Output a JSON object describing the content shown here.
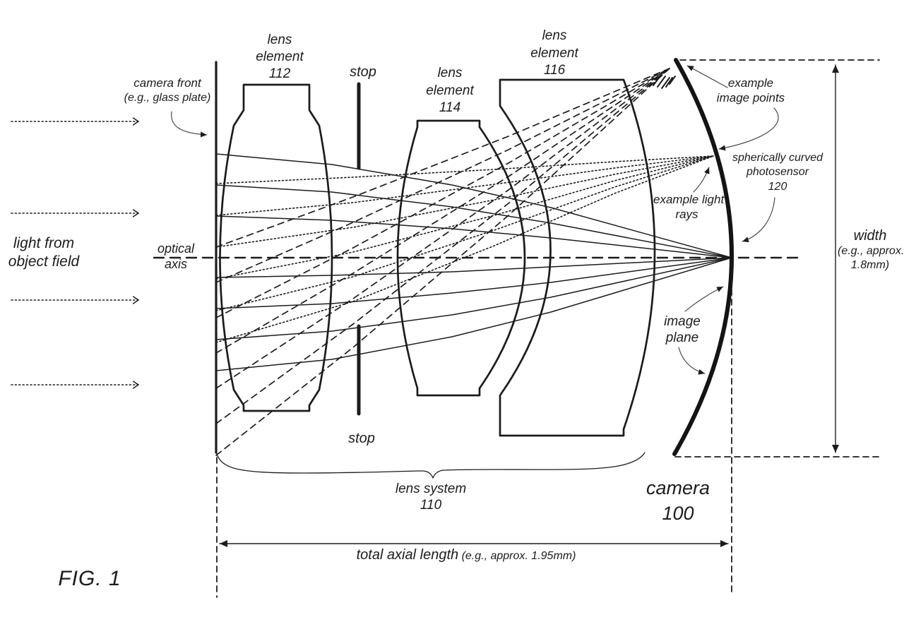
{
  "colors": {
    "ink": "#1c1c1c",
    "background": "#ffffff"
  },
  "figure_label": "FIG. 1",
  "labels": {
    "light_source": {
      "line1": "light from",
      "line2": "object field"
    },
    "camera_front": {
      "line1": "camera front",
      "line2": "(e.g., glass plate)"
    },
    "optical_axis": {
      "line1": "optical",
      "line2": "axis"
    },
    "lens_element_112": {
      "line1": "lens",
      "line2": "element",
      "ref": "112"
    },
    "lens_element_114": {
      "line1": "lens",
      "line2": "element",
      "ref": "114"
    },
    "lens_element_116": {
      "line1": "lens",
      "line2": "element",
      "ref": "116"
    },
    "stop_top": "stop",
    "stop_bottom": "stop",
    "example_image_points": {
      "line1": "example",
      "line2": "image points"
    },
    "photosensor": {
      "line1": "spherically curved",
      "line2": "photosensor",
      "ref": "120"
    },
    "example_light_rays": {
      "line1": "example light",
      "line2": "rays"
    },
    "image_plane": {
      "line1": "image",
      "line2": "plane"
    },
    "width_dimension": {
      "line1": "width",
      "line2": "(e.g., approx.",
      "line3": "1.8mm)"
    },
    "camera": {
      "line1": "camera",
      "ref": "100"
    },
    "lens_system": {
      "line1": "lens system",
      "ref": "110"
    },
    "total_axial_length": {
      "main": "total axial length",
      "detail": "(e.g., approx. 1.95mm)"
    }
  }
}
